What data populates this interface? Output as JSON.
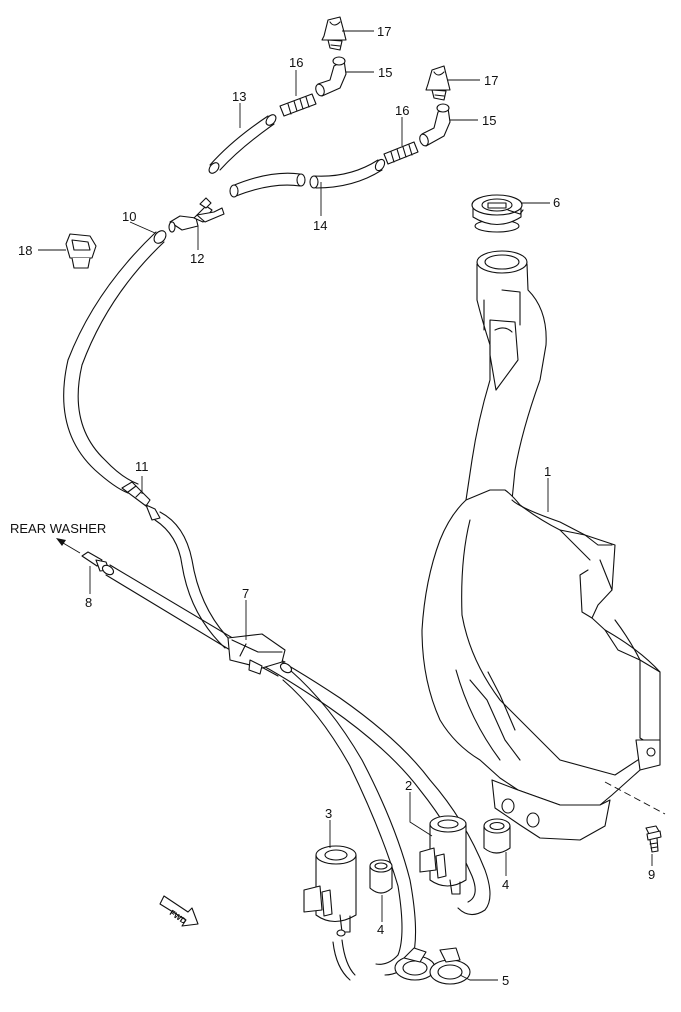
{
  "diagram": {
    "annotation": "REAR WASHER",
    "fwd_label": "FWD",
    "callouts": {
      "c1": "1",
      "c2": "2",
      "c3": "3",
      "c4a": "4",
      "c4b": "4",
      "c5": "5",
      "c6": "6",
      "c7": "7",
      "c8": "8",
      "c9": "9",
      "c10": "10",
      "c11": "11",
      "c12": "12",
      "c13": "13",
      "c14": "14",
      "c15a": "15",
      "c15b": "15",
      "c16a": "16",
      "c16b": "16",
      "c17a": "17",
      "c17b": "17",
      "c18": "18"
    }
  }
}
